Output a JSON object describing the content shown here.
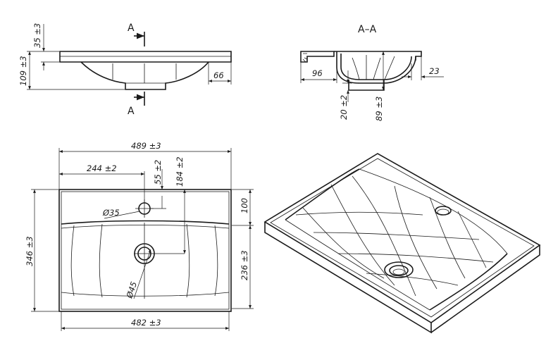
{
  "section_marks": {
    "top": "A",
    "bottom": "A",
    "section_title": "A–A"
  },
  "top_view": {
    "rim_thickness": "35 ±3",
    "total_height": "109 ±3",
    "rim_overhang": "66"
  },
  "section_view": {
    "rim_depth": "96",
    "rim_edge": "23",
    "bottom_thickness": "20 ±2",
    "bowl_depth": "89 ±3"
  },
  "plan_view": {
    "overall_width": "489 ±3",
    "tap_hole_offset_x": "244 ±2",
    "tap_hole_offset_y": "55 ±2",
    "drain_offset_y": "184 ±2",
    "tap_hole_diameter": "Ø35",
    "drain_diameter": "Ø45",
    "overall_depth": "346 ±3",
    "back_to_bowl": "100",
    "front_to_drain": "236 ±3",
    "inner_width": "482 ±3"
  }
}
